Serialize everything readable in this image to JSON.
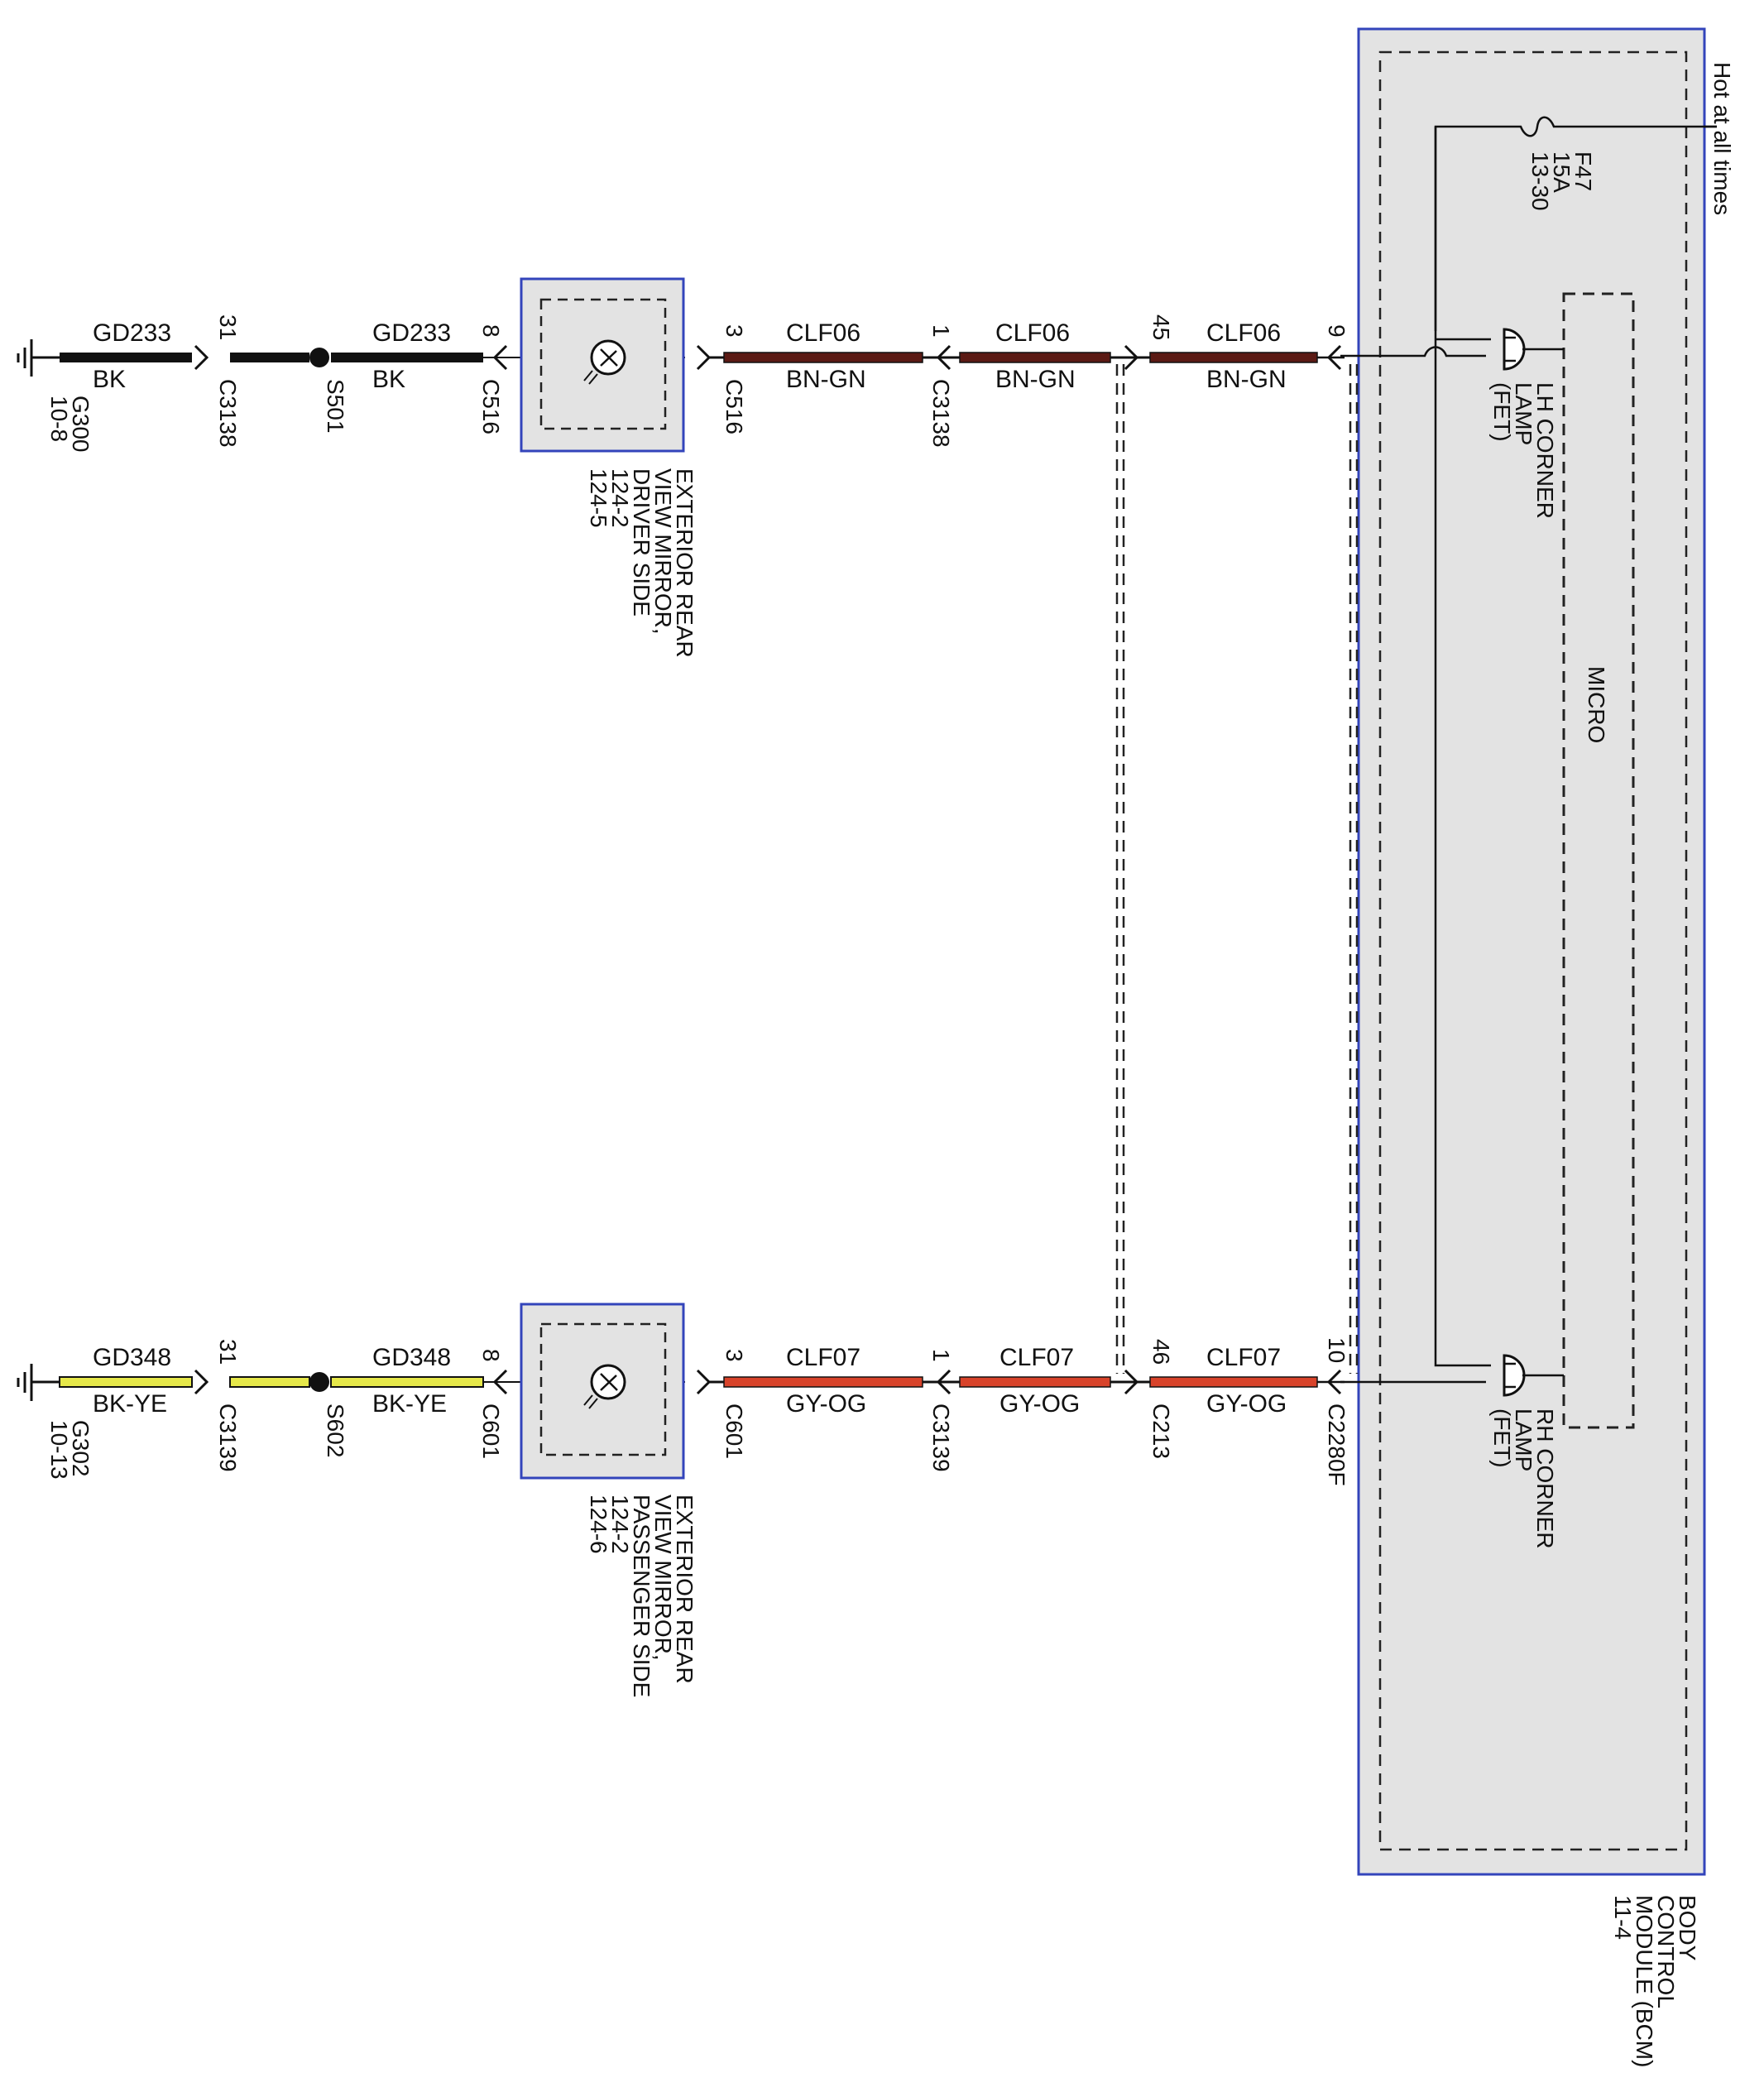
{
  "colors": {
    "black": "#111111",
    "bn_gn": "#5b1a14",
    "gy_og": "#d8432a",
    "bk_ye": "#e6e84a",
    "module_border": "#3344bb",
    "module_fill": "#e3e3e3",
    "dashed": "#222222"
  },
  "top_circuit": {
    "ground": {
      "name": "G300",
      "ref": "10-8"
    },
    "seg1": {
      "circuit": "GD233",
      "color": "BK"
    },
    "c3138_pin": "31",
    "c3138_name": "C3138",
    "splice": "S501",
    "seg2": {
      "circuit": "GD233",
      "color": "BK"
    },
    "mirror_in_pin": "8",
    "mirror_in_conn": "C516",
    "mirror": [
      "EXTERIOR REAR",
      "VIEW MIRROR,",
      "DRIVER SIDE",
      "124-2",
      "124-5"
    ],
    "mirror_out_pin": "3",
    "mirror_out_conn": "C516",
    "seg3": {
      "circuit": "CLF06",
      "color": "BN-GN"
    },
    "mid_pin": "1",
    "mid_conn": "C3138",
    "seg4": {
      "circuit": "CLF06",
      "color": "BN-GN"
    },
    "pin45": "45",
    "seg5": {
      "circuit": "CLF06",
      "color": "BN-GN"
    },
    "bcm_pin": "9"
  },
  "bottom_circuit": {
    "ground": {
      "name": "G302",
      "ref": "10-13"
    },
    "seg1": {
      "circuit": "GD348",
      "color": "BK-YE"
    },
    "c3139_pin": "31",
    "c3139_name": "C3139",
    "splice": "S602",
    "seg2": {
      "circuit": "GD348",
      "color": "BK-YE"
    },
    "mirror_in_pin": "8",
    "mirror_in_conn": "C601",
    "mirror": [
      "EXTERIOR REAR",
      "VIEW MIRROR,",
      "PASSENGER SIDE",
      "124-2",
      "124-6"
    ],
    "mirror_out_pin": "3",
    "mirror_out_conn": "C601",
    "seg3": {
      "circuit": "CLF07",
      "color": "GY-OG"
    },
    "mid_pin": "1",
    "mid_conn": "C3139",
    "seg4": {
      "circuit": "CLF07",
      "color": "GY-OG"
    },
    "pin46": "46",
    "c213": "C213",
    "seg5": {
      "circuit": "CLF07",
      "color": "GY-OG"
    },
    "bcm_pin": "10",
    "bcm_conn": "C2280F"
  },
  "bcm": {
    "hot": "Hot at all times",
    "fuse": [
      "F47",
      "15A",
      "13-30"
    ],
    "lh_lamp": [
      "LH CORNER",
      "LAMP",
      "(FET)"
    ],
    "rh_lamp": [
      "RH CORNER",
      "LAMP",
      "(FET)"
    ],
    "micro": "MICRO",
    "name": [
      "BODY",
      "CONTROL",
      "MODULE (BCM)",
      "11-4"
    ]
  }
}
